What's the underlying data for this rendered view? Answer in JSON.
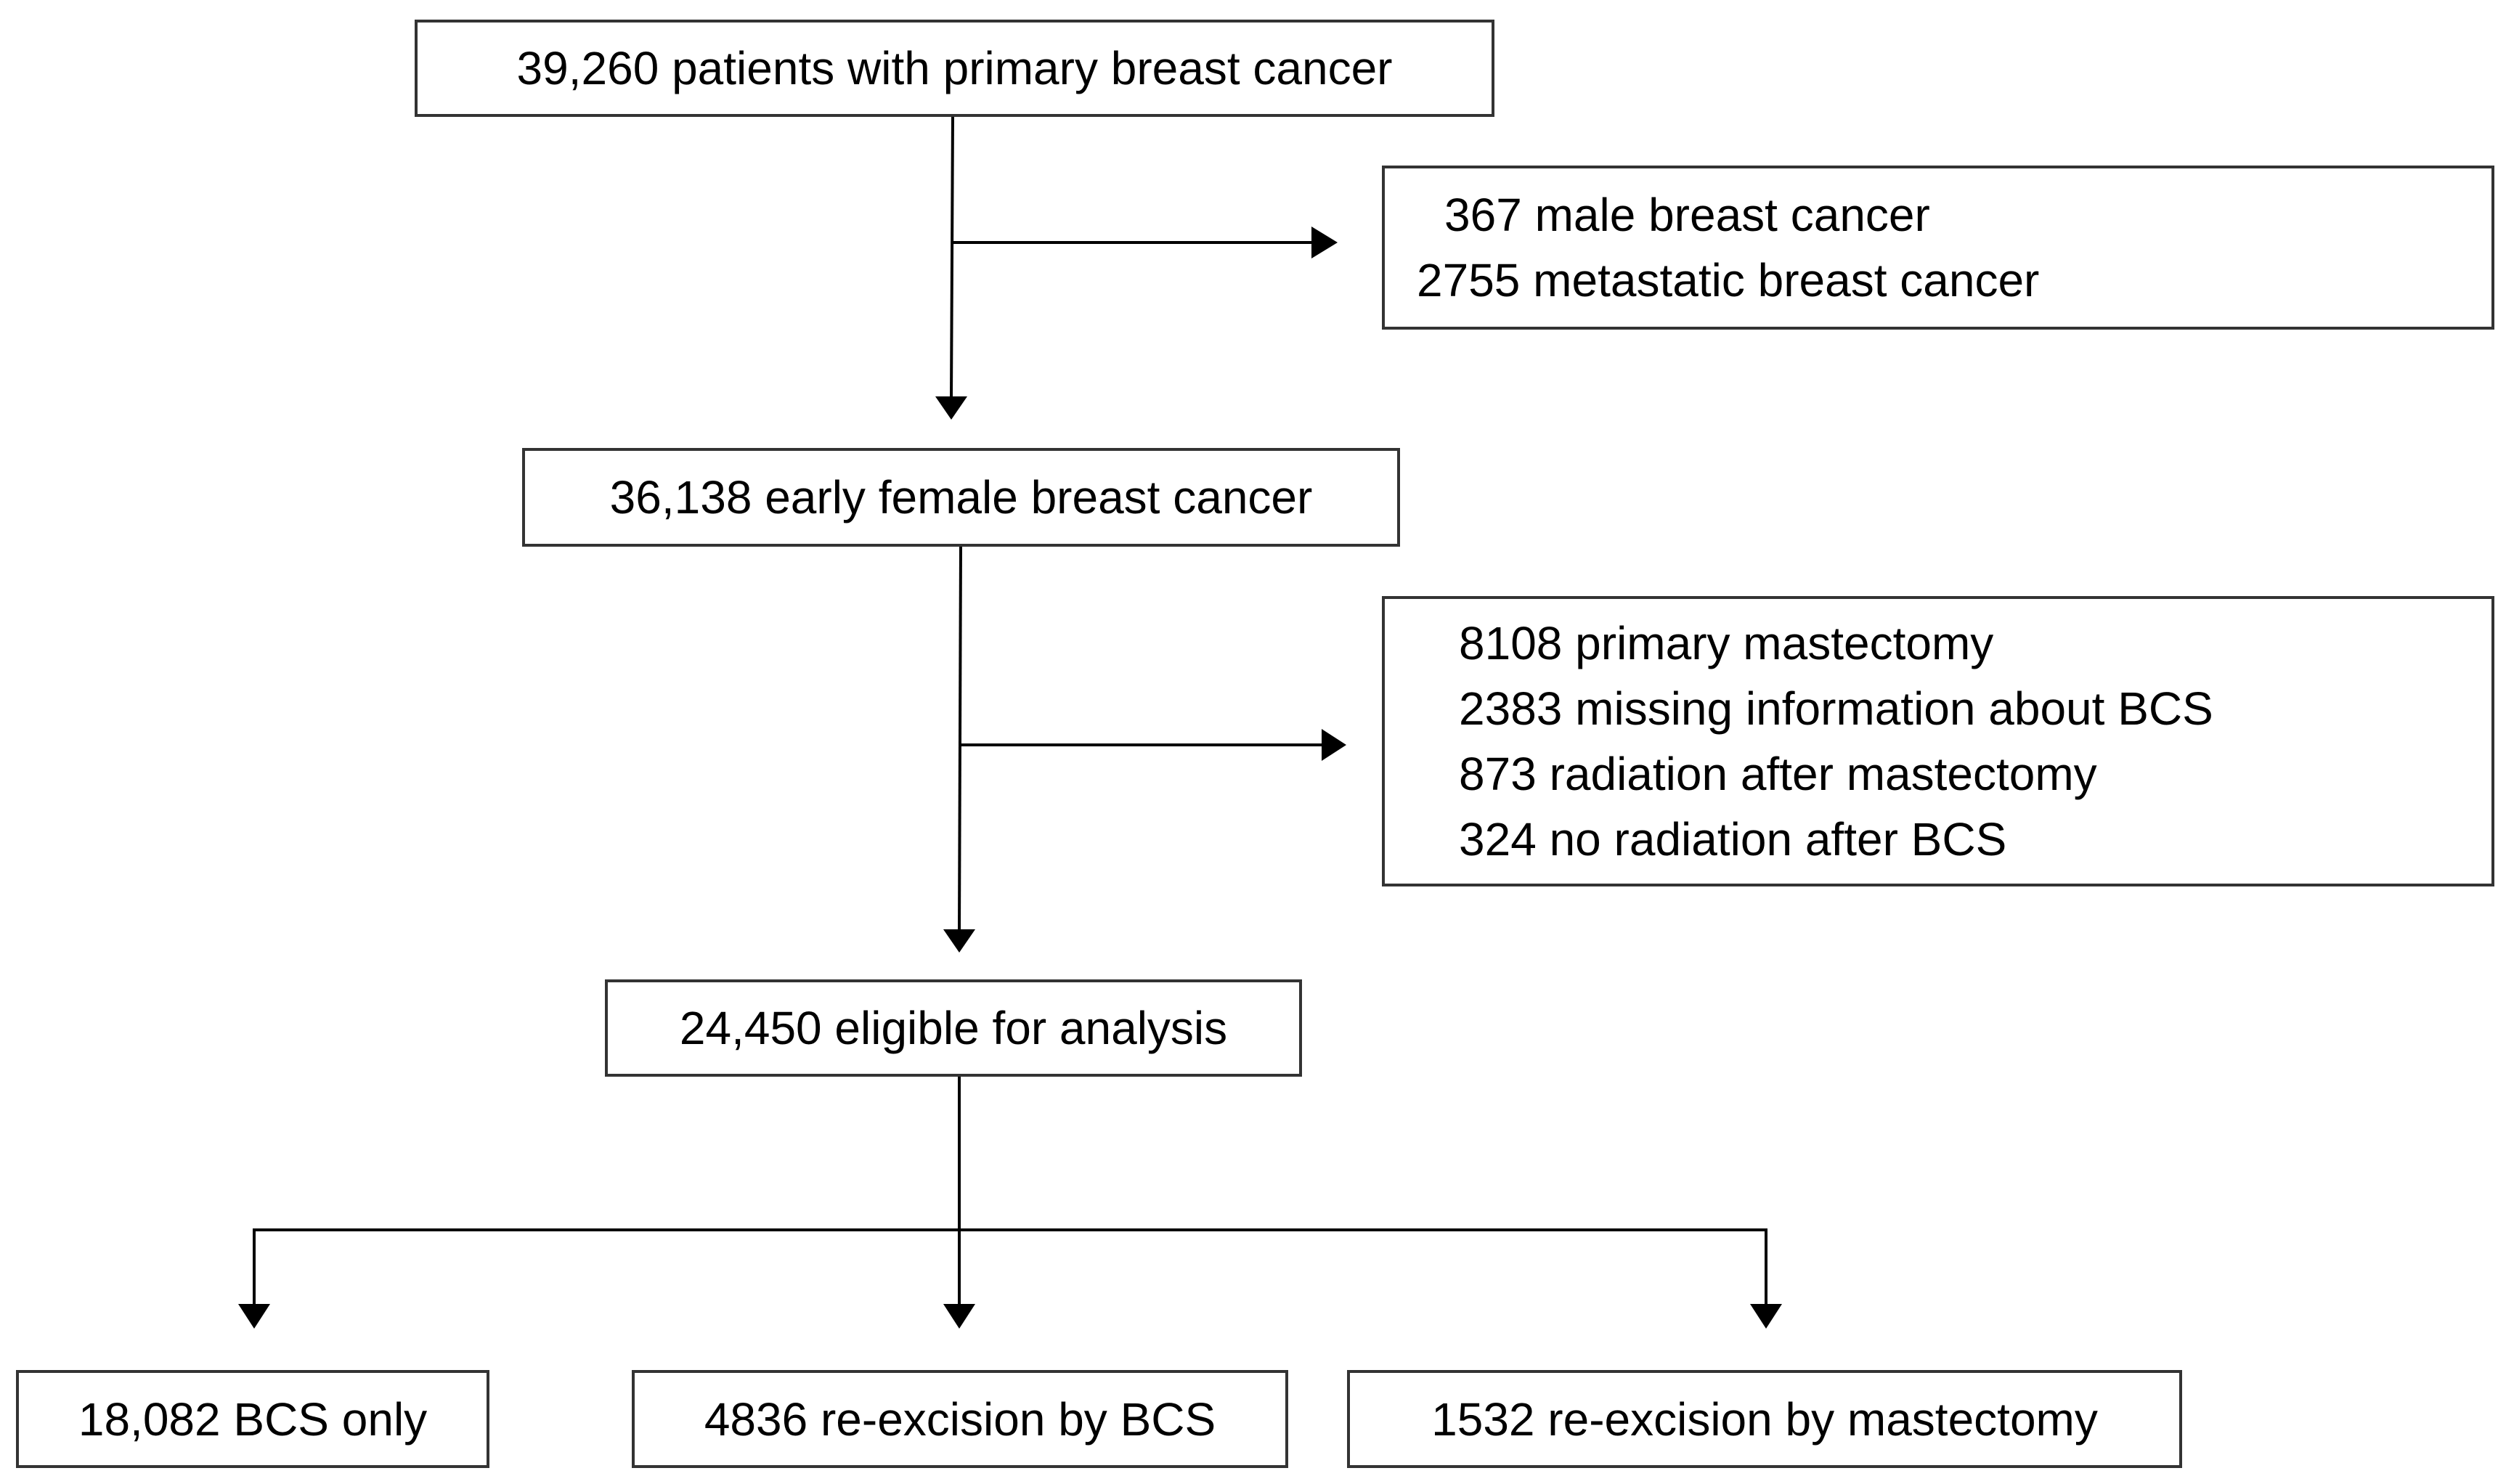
{
  "flowchart": {
    "start": "39,260 patients with primary breast cancer",
    "exclusion1": {
      "items": [
        "367 male breast cancer",
        "2755 metastatic breast cancer"
      ]
    },
    "step2": "36,138 early female breast cancer",
    "exclusion2": {
      "items": [
        "8108 primary mastectomy",
        "2383 missing information about BCS",
        "873 radiation after mastectomy",
        "324 no radiation after BCS"
      ]
    },
    "step3": "24,450 eligible for analysis",
    "outcomes": [
      "18,082 BCS only",
      "4836 re-excision by BCS",
      "1532 re-excision by mastectomy"
    ]
  },
  "colors": {
    "border": "#333333",
    "line": "#000000",
    "background": "#ffffff"
  }
}
